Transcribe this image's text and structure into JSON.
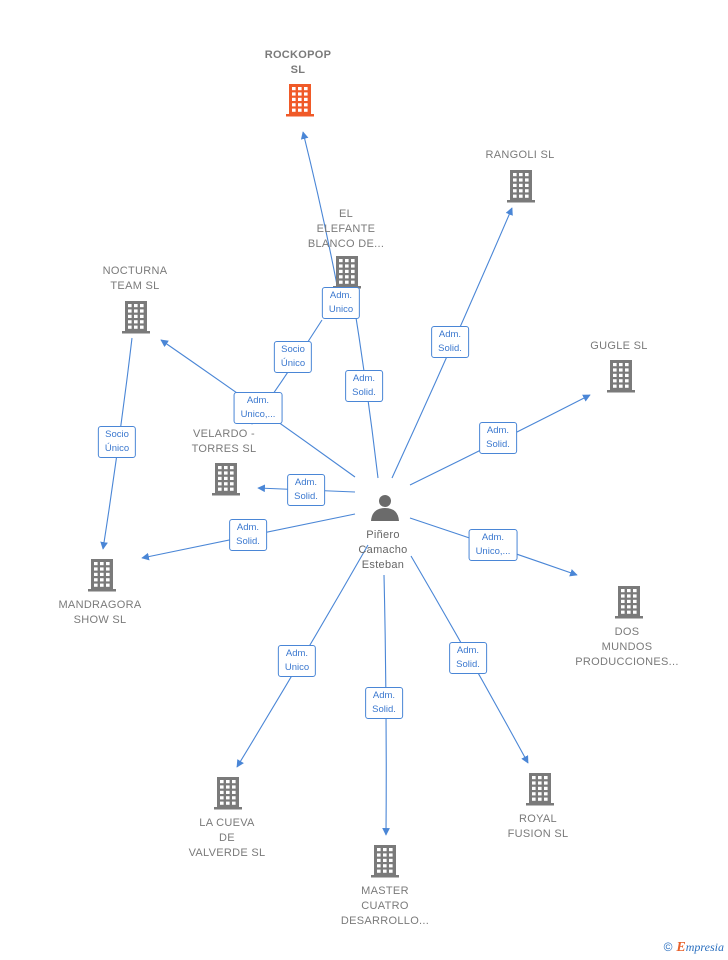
{
  "center": {
    "name": "Piñero\nCamacho\nEsteban"
  },
  "colors": {
    "edge": "#4a86d6",
    "building": "#7a7a7a",
    "highlight": "#f05a28",
    "person": "#6b6b6b"
  },
  "companies": [
    {
      "id": "rockopop",
      "name": "ROCKOPOP\nSL",
      "highlight": true
    },
    {
      "id": "rangoli",
      "name": "RANGOLI SL"
    },
    {
      "id": "elefante",
      "name": "EL\nELEFANTE\nBLANCO DE..."
    },
    {
      "id": "nocturna",
      "name": "NOCTURNA\nTEAM SL"
    },
    {
      "id": "gugle",
      "name": "GUGLE SL"
    },
    {
      "id": "velardo",
      "name": "VELARDO -\nTORRES SL"
    },
    {
      "id": "mandragora",
      "name": "MANDRAGORA\nSHOW SL"
    },
    {
      "id": "dosmundos",
      "name": "DOS\nMUNDOS\nPRODUCCIONES..."
    },
    {
      "id": "cueva",
      "name": "LA CUEVA\nDE\nVALVERDE SL"
    },
    {
      "id": "master",
      "name": "MASTER\nCUATRO\nDESARROLLO..."
    },
    {
      "id": "royal",
      "name": "ROYAL\nFUSION SL"
    }
  ],
  "edges": [
    {
      "from": "center",
      "to": "rockopop",
      "label": "Adm.\nUnico"
    },
    {
      "from": "center",
      "to": "elefante",
      "label": "Adm.\nSolid."
    },
    {
      "from": "center",
      "to": "rangoli",
      "label": "Adm.\nSolid."
    },
    {
      "from": "center",
      "to": "gugle",
      "label": "Adm.\nSolid."
    },
    {
      "from": "center",
      "to": "nocturna",
      "label": "Adm.\nUnico,..."
    },
    {
      "from": "center",
      "to": "velardo",
      "label": "Adm.\nSolid."
    },
    {
      "from": "center",
      "to": "mandragora",
      "label": "Adm.\nSolid."
    },
    {
      "from": "center",
      "to": "dosmundos",
      "label": "Adm.\nUnico,..."
    },
    {
      "from": "center",
      "to": "cueva",
      "label": "Adm.\nUnico"
    },
    {
      "from": "center",
      "to": "master",
      "label": "Adm.\nSolid."
    },
    {
      "from": "center",
      "to": "royal",
      "label": "Adm.\nSolid."
    },
    {
      "from": "elefante",
      "to": "velardo",
      "label": "Socio\nÚnico"
    },
    {
      "from": "nocturna",
      "to": "mandragora",
      "label": "Socio\nÚnico"
    }
  ],
  "brand": {
    "copyright": "©",
    "name": "mpresia",
    "initial": "E"
  }
}
